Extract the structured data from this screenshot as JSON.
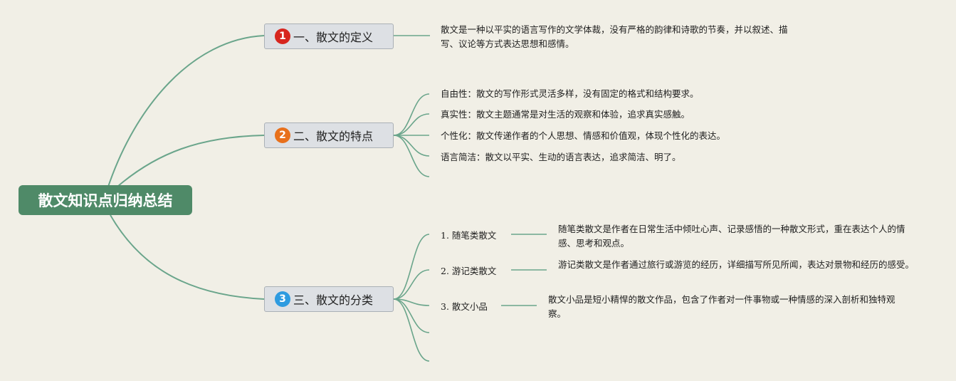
{
  "colors": {
    "background": "#f1efe6",
    "root": "#4f8a68",
    "connector": "#6aa58b",
    "badge_1": "#d7261e",
    "badge_2": "#e8701b",
    "badge_3": "#2e9be0"
  },
  "root": {
    "title": "散文知识点归纳总结"
  },
  "branches": [
    {
      "number": "1",
      "title": "一、散文的定义",
      "text": "散文是一种以平实的语言写作的文学体裁，没有严格的韵律和诗歌的节奏，并以叙述、描写、议论等方式表达思想和感情。"
    },
    {
      "number": "2",
      "title": "二、散文的特点",
      "items": [
        "自由性：散文的写作形式灵活多样，没有固定的格式和结构要求。",
        "真实性：散文主题通常是对生活的观察和体验，追求真实感触。",
        "个性化：散文传递作者的个人思想、情感和价值观，体现个性化的表达。",
        "语言简洁：散文以平实、生动的语言表达，追求简洁、明了。"
      ]
    },
    {
      "number": "3",
      "title": "三、散文的分类",
      "items": [
        {
          "label": "1. 随笔类散文",
          "desc": "随笔类散文是作者在日常生活中倾吐心声、记录感悟的一种散文形式，重在表达个人的情感、思考和观点。"
        },
        {
          "label": "2. 游记类散文",
          "desc": "游记类散文是作者通过旅行或游览的经历，详细描写所见所闻，表达对景物和经历的感受。"
        },
        {
          "label": "3. 散文小品",
          "desc": "散文小品是短小精悍的散文作品，包含了作者对一件事物或一种情感的深入剖析和独特观察。"
        }
      ]
    }
  ]
}
